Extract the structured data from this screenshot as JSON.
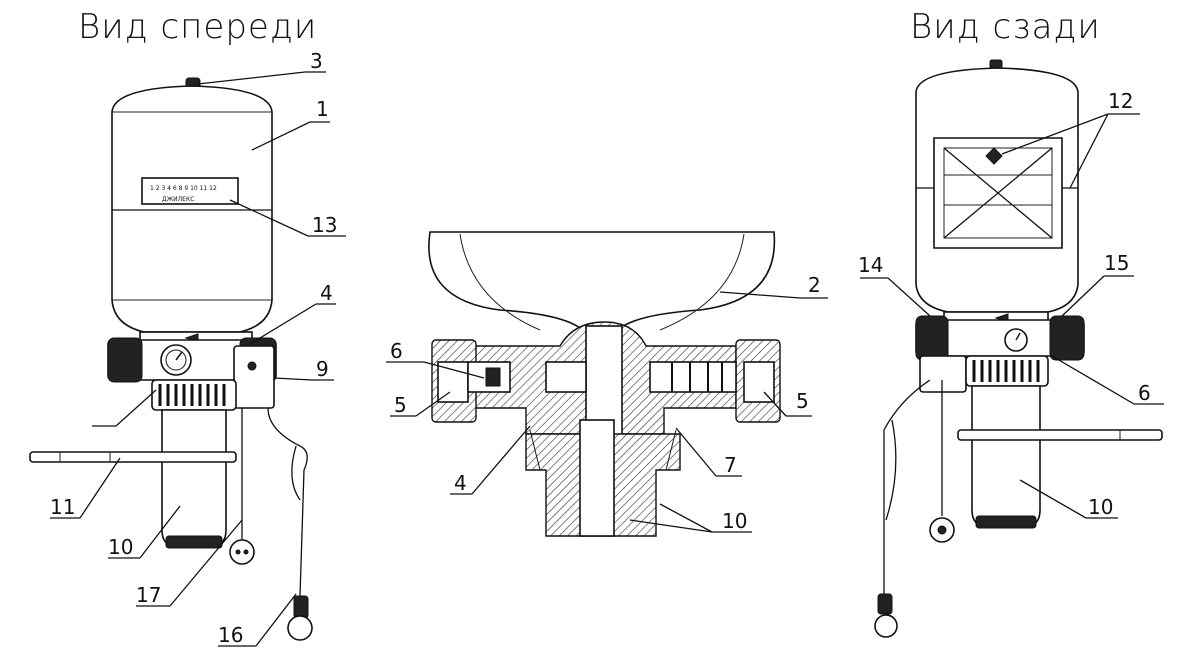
{
  "titles": {
    "front": "Вид спереди",
    "back": "Вид сзади"
  },
  "labels": {
    "l3": "3",
    "l1": "1",
    "l13": "13",
    "l4a": "4",
    "l9": "9",
    "l11": "11",
    "l10a": "10",
    "l17": "17",
    "l16": "16",
    "l2": "2",
    "l6a": "6",
    "l5a": "5",
    "l5b": "5",
    "l4b": "4",
    "l7": "7",
    "l10b": "10",
    "l12": "12",
    "l14": "14",
    "l15": "15",
    "l6b": "6",
    "l10c": "10"
  },
  "nameplate": {
    "scale": "1 2 3 4   6 8 9 10 11 12",
    "brand": "ДЖИЛЕКС"
  }
}
